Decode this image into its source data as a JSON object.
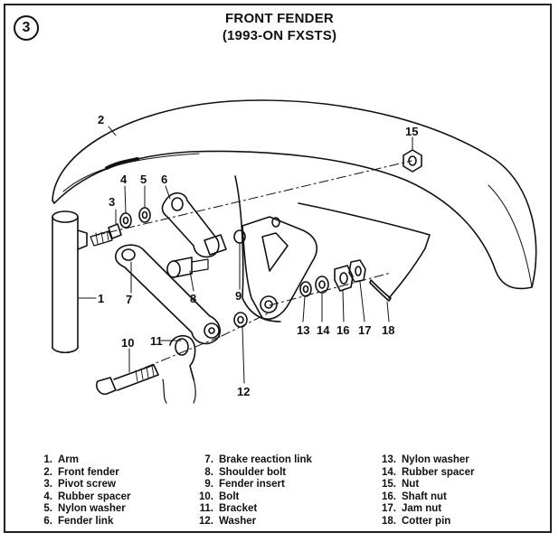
{
  "figure_number": "3",
  "title_line1": "FRONT FENDER",
  "title_line2": "(1993-ON FXSTS)",
  "callouts": [
    "1",
    "2",
    "3",
    "4",
    "5",
    "6",
    "7",
    "8",
    "9",
    "10",
    "11",
    "12",
    "13",
    "14",
    "15",
    "16",
    "17",
    "18"
  ],
  "legend": [
    {
      "num": "1.",
      "label": "Arm"
    },
    {
      "num": "2.",
      "label": "Front fender"
    },
    {
      "num": "3.",
      "label": "Pivot screw"
    },
    {
      "num": "4.",
      "label": "Rubber spacer"
    },
    {
      "num": "5.",
      "label": "Nylon washer"
    },
    {
      "num": "6.",
      "label": "Fender link"
    },
    {
      "num": "7.",
      "label": "Brake reaction link"
    },
    {
      "num": "8.",
      "label": "Shoulder bolt"
    },
    {
      "num": "9.",
      "label": "Fender insert"
    },
    {
      "num": "10.",
      "label": "Bolt"
    },
    {
      "num": "11.",
      "label": "Bracket"
    },
    {
      "num": "12.",
      "label": "Washer"
    },
    {
      "num": "13.",
      "label": "Nylon washer"
    },
    {
      "num": "14.",
      "label": "Rubber spacer"
    },
    {
      "num": "15.",
      "label": "Nut"
    },
    {
      "num": "16.",
      "label": "Shaft nut"
    },
    {
      "num": "17.",
      "label": "Jam nut"
    },
    {
      "num": "18.",
      "label": "Cotter pin"
    }
  ]
}
